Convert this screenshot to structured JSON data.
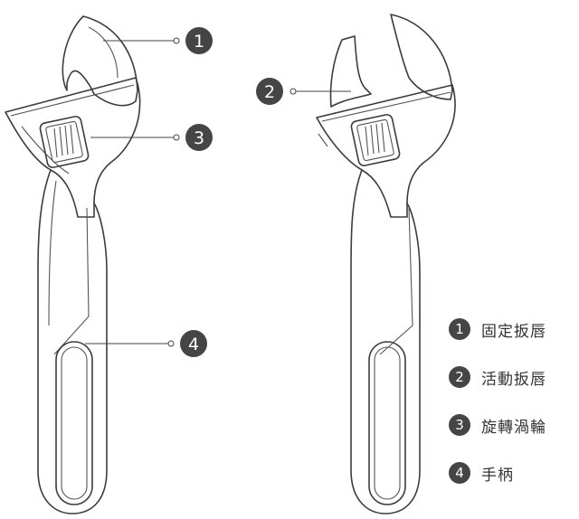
{
  "callouts": [
    {
      "number": "1",
      "label": "固定扳唇"
    },
    {
      "number": "2",
      "label": "活動扳唇"
    },
    {
      "number": "3",
      "label": "旋轉渦輪"
    },
    {
      "number": "4",
      "label": "手柄"
    }
  ]
}
